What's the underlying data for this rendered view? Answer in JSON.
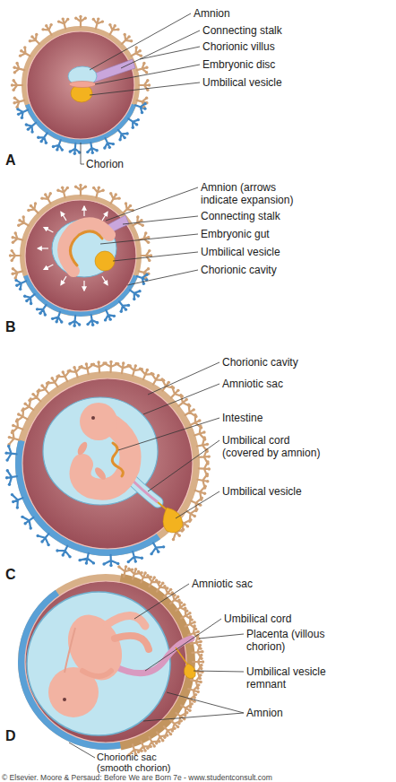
{
  "diagram": {
    "labels": [
      "Amnion",
      "Connecting stalk",
      "Chorionic villus",
      "Embryonic disc",
      "Umbilical vesicle",
      "A",
      "Chorion",
      "Amnion (arrows indicate expansion)",
      "Connecting stalk",
      "Embryonic gut",
      "Umbilical vesicle",
      "Chorionic cavity",
      "B",
      "Chorionic cavity",
      "Amniotic sac",
      "Intestine",
      "Umbilical cord (covered by amnion)",
      "Umbilical vesicle",
      "C",
      "Amniotic sac",
      "Umbilical cord",
      "Placenta (villous chorion)",
      "Umbilical vesicle remnant",
      "Amnion",
      "Chorionic sac (smooth chorion)",
      "D",
      "© Elsevier. Moore & Persaud: Before We are Born 7e - www.studentconsult.com"
    ]
  }
}
